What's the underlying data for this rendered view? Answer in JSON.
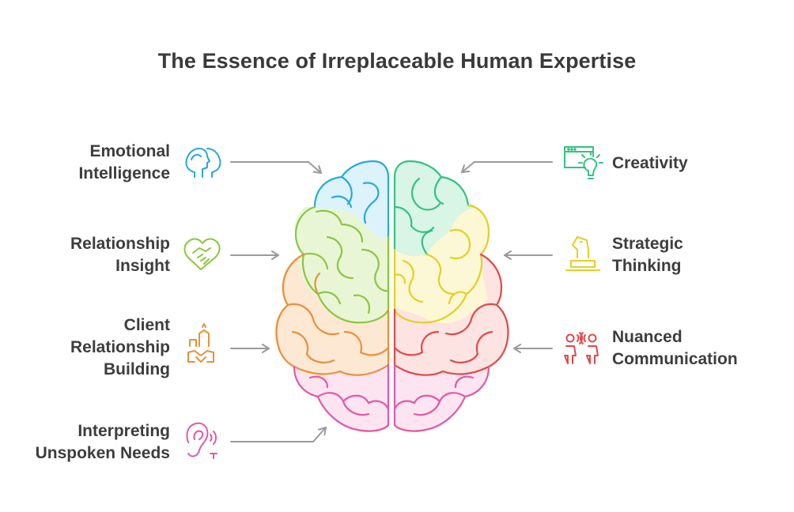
{
  "title": "The Essence of Irreplaceable Human Expertise",
  "left_items": [
    {
      "lines": [
        "Emotional",
        "Intelligence"
      ],
      "icon": "head-profiles-icon",
      "color": "#2aa8d8"
    },
    {
      "lines": [
        "Relationship",
        "Insight"
      ],
      "icon": "heart-handshake-icon",
      "color": "#8cc63f"
    },
    {
      "lines": [
        "Client",
        "Relationship",
        "Building"
      ],
      "icon": "handshake-buildings-icon",
      "color": "#e8913a"
    },
    {
      "lines": [
        "Interpreting",
        "Unspoken Needs"
      ],
      "icon": "ear-listening-icon",
      "color": "#e05aa8"
    }
  ],
  "right_items": [
    {
      "lines": [
        "Creativity"
      ],
      "icon": "browser-lightbulb-icon",
      "color": "#3cc47c"
    },
    {
      "lines": [
        "Strategic",
        "Thinking"
      ],
      "icon": "chess-knight-icon",
      "color": "#e6cf1e"
    },
    {
      "lines": [
        "Nuanced",
        "Communication"
      ],
      "icon": "two-people-talking-icon",
      "color": "#e0444c"
    }
  ],
  "colors": {
    "blue": "#29a9d9",
    "green_right": "#34c281",
    "lime": "#8cc63f",
    "yellow": "#e4cf22",
    "orange": "#e8913a",
    "red": "#e04a4a",
    "pink": "#df5aa8",
    "arrow": "#9a9a9a"
  }
}
